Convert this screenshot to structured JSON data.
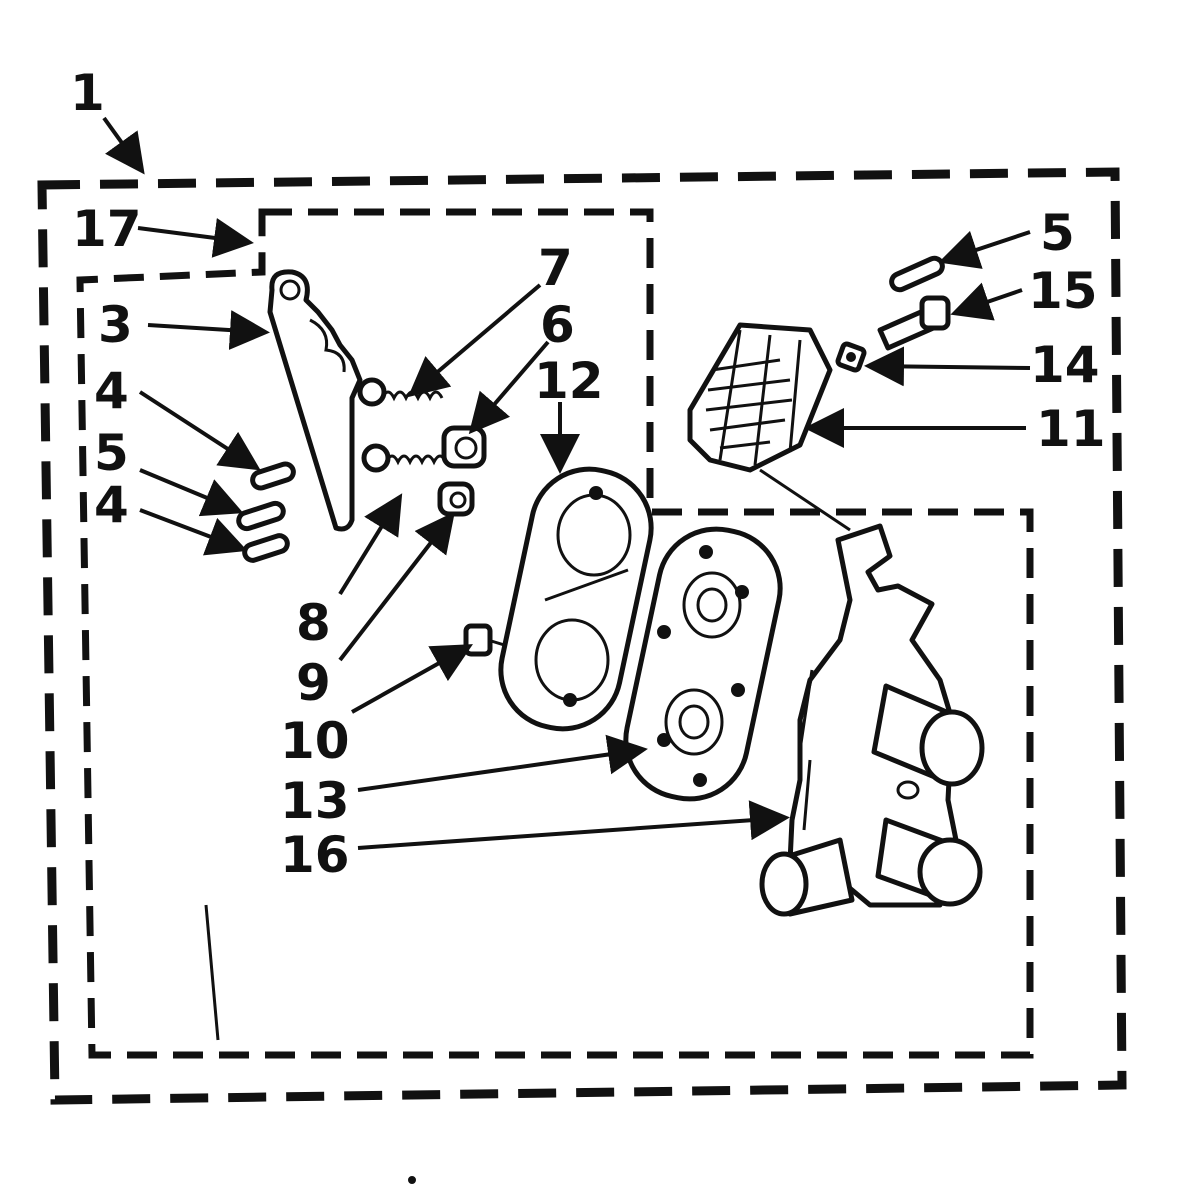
{
  "diagram": {
    "callouts": {
      "c1": "1",
      "c17": "17",
      "c3": "3",
      "c4a": "4",
      "c5a": "5",
      "c4b": "4",
      "c7": "7",
      "c6": "6",
      "c12": "12",
      "c8": "8",
      "c9": "9",
      "c10": "10",
      "c13": "13",
      "c16": "16",
      "c5b": "5",
      "c15": "15",
      "c14": "14",
      "c11": "11"
    }
  }
}
